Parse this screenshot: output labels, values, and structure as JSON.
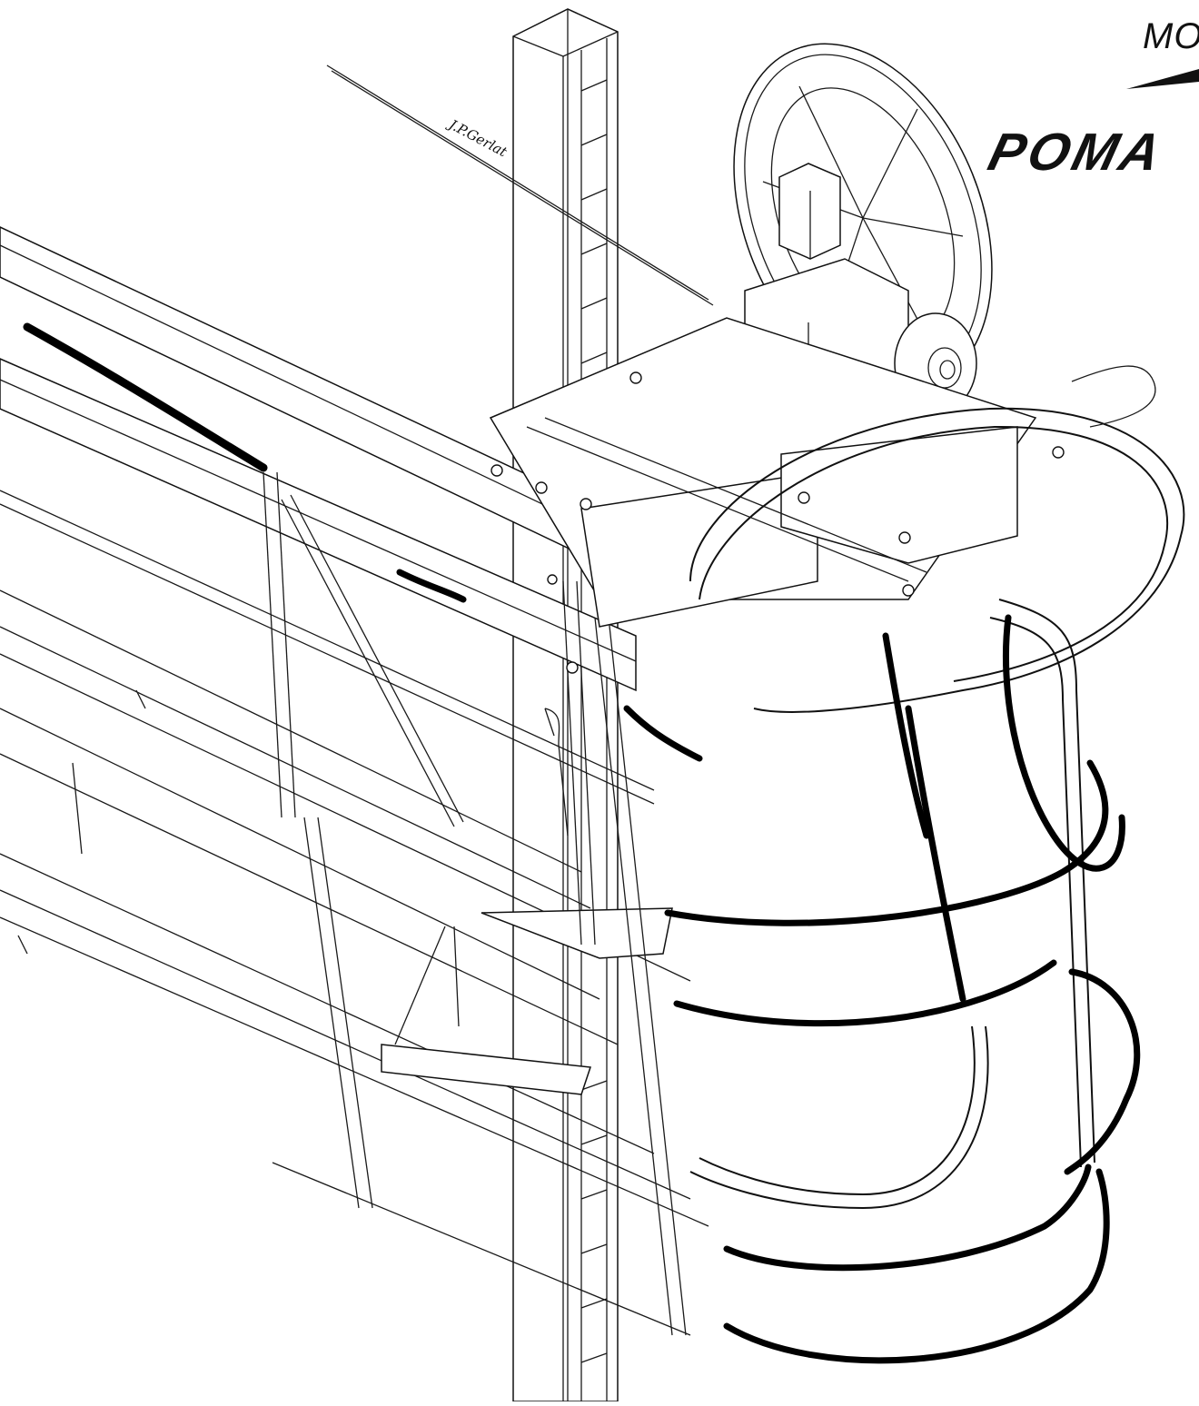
{
  "header": {
    "top_text": "MO",
    "brand": "POMA"
  },
  "drawing": {
    "signature": "J.P.Gerlat",
    "colors": {
      "line": "#111111",
      "background": "#ffffff",
      "cable": "#000000"
    }
  }
}
